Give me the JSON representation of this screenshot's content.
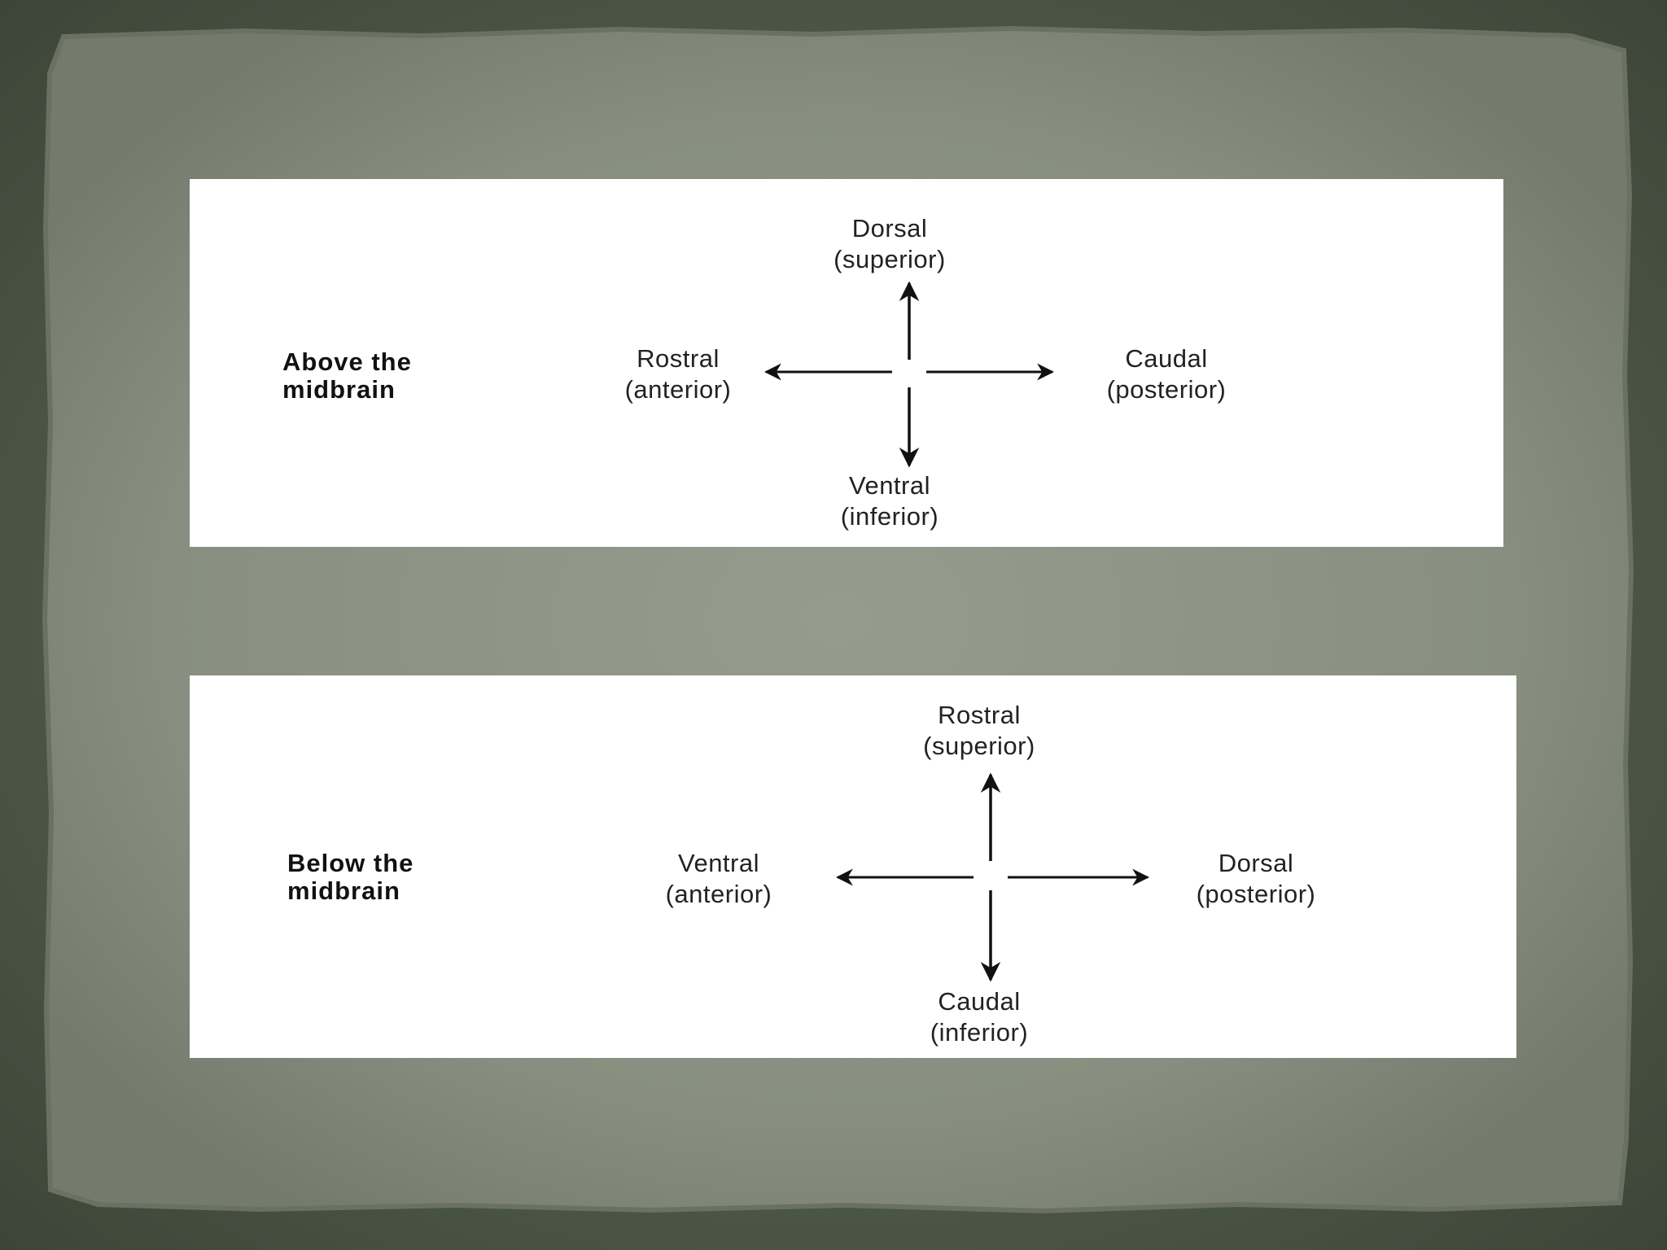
{
  "diagrams": [
    {
      "region_line1": "Above the",
      "region_line2": "midbrain",
      "up": {
        "term": "Dorsal",
        "synonym": "(superior)"
      },
      "down": {
        "term": "Ventral",
        "synonym": "(inferior)"
      },
      "left": {
        "term": "Rostral",
        "synonym": "(anterior)"
      },
      "right": {
        "term": "Caudal",
        "synonym": "(posterior)"
      }
    },
    {
      "region_line1": "Below the",
      "region_line2": "midbrain",
      "up": {
        "term": "Rostral",
        "synonym": "(superior)"
      },
      "down": {
        "term": "Caudal",
        "synonym": "(inferior)"
      },
      "left": {
        "term": "Ventral",
        "synonym": "(anterior)"
      },
      "right": {
        "term": "Dorsal",
        "synonym": "(posterior)"
      }
    }
  ],
  "colors": {
    "background": "#4f5a49",
    "paper": "#8a9182",
    "panel": "#ffffff",
    "ink": "#222222"
  }
}
